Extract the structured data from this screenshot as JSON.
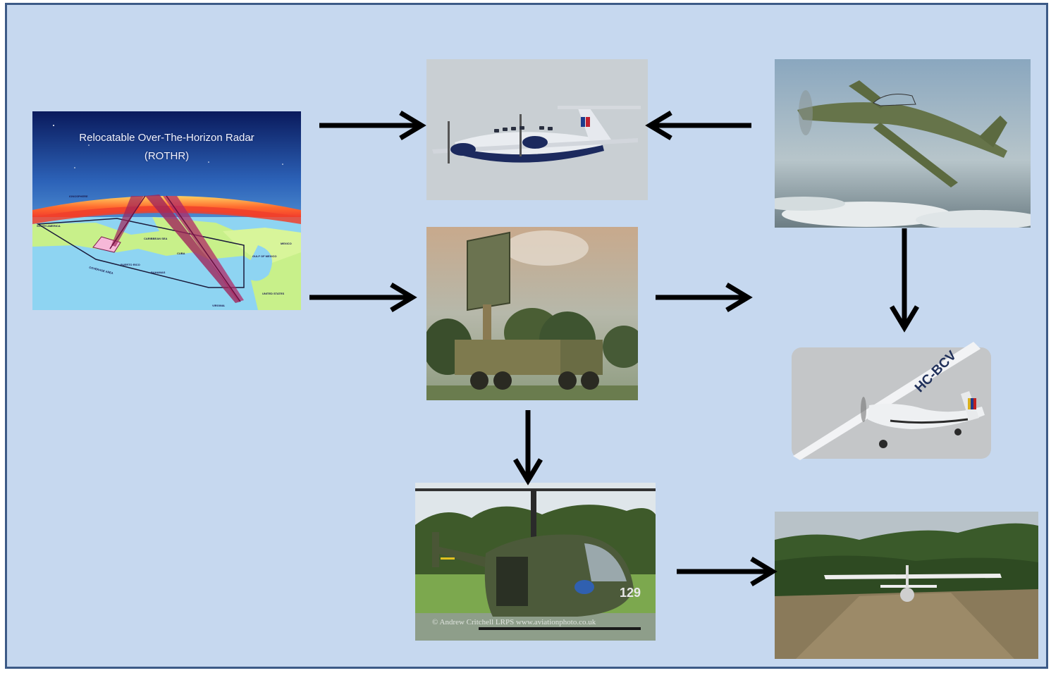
{
  "rothr": {
    "title_line1": "Relocatable Over-The-Horizon Radar",
    "title_line2": "(ROTHR)",
    "labels": {
      "ionosphere": "IONOSPHERE",
      "south_america": "SOUTH AMERICA",
      "caribbean_sea": "CARIBBEAN SEA",
      "cuba": "CUBA",
      "puerto_rico": "PUERTO RICO",
      "bahamas": "BAHAMAS",
      "gulf_of_mexico": "GULF OF MEXICO",
      "mexico": "MEXICO",
      "united_states": "UNITED STATES",
      "coverage_area": "COVERAGE AREA",
      "virginia": "VIRGINIA"
    }
  },
  "helicopter": {
    "tail_number": "129",
    "credit": "© Andrew Critchell LRPS www.aviationphoto.co.uk"
  },
  "cessna": {
    "registration": "HC-BCV"
  },
  "colors": {
    "background": "#c6d8ef",
    "frame_border": "#3c5a87",
    "arrow": "#000000"
  }
}
